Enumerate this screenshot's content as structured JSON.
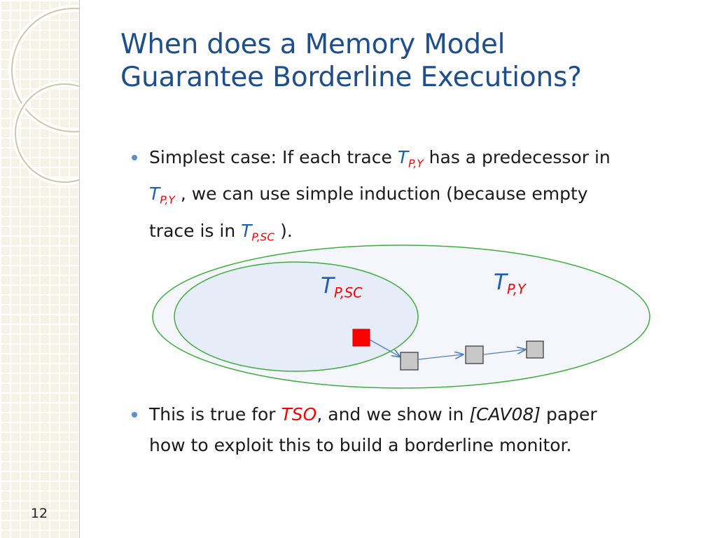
{
  "slide": {
    "number": "12",
    "title_line1": "When does a Memory Model",
    "title_line2": "Guarantee Borderline Executions?"
  },
  "bullet1": {
    "p1": "Simplest case: If each trace ",
    "t1": "T",
    "t1_sub": "P,Y",
    "p2": " has a predecessor in",
    "t2": "T",
    "t2_sub": "P,Y",
    "p3": " , we can use simple induction (because empty",
    "p4": "trace is in ",
    "t3": "T",
    "t3_sub": "P,SC",
    "p5": " )."
  },
  "bullet2": {
    "p1": "This is true for ",
    "tso": "TSO",
    "p2": ", and we show in ",
    "cav": "[CAV08]",
    "p3": " paper",
    "p4": "how to exploit this to build a borderline monitor."
  },
  "diagram": {
    "inner_label_t": "T",
    "inner_label_sub": "P,SC",
    "outer_label_t": "T",
    "outer_label_sub": "P,Y",
    "colors": {
      "ellipse_stroke": "#3fae3f",
      "inner_fill": "#e6ecf8",
      "outer_fill": "#f5f6fb",
      "start_node": "#ff0000",
      "node": "#c8c8c8",
      "arrow": "#4f81bd",
      "label_t": "#1f5fb0",
      "label_sub": "#ff0000"
    }
  }
}
